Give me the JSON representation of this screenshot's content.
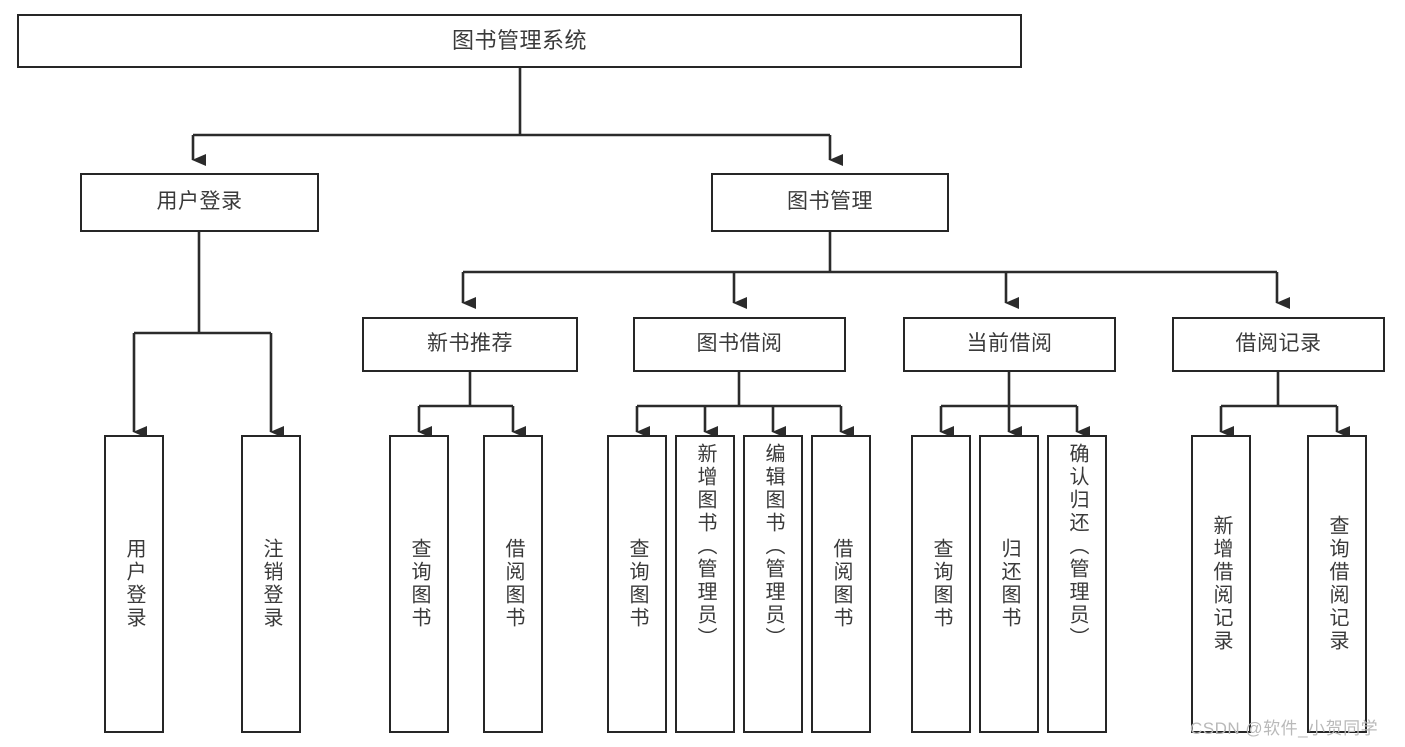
{
  "diagram": {
    "title": "图书管理系统",
    "type": "tree-hierarchy",
    "root": {
      "label": "图书管理系统"
    },
    "level2": [
      {
        "label": "用户登录"
      },
      {
        "label": "图书管理"
      }
    ],
    "level3": [
      {
        "label": "新书推荐"
      },
      {
        "label": "图书借阅"
      },
      {
        "label": "当前借阅"
      },
      {
        "label": "借阅记录"
      }
    ],
    "leaves": {
      "user_login": [
        {
          "label": "用户登录"
        },
        {
          "label": "注销登录"
        }
      ],
      "new_book_recommend": [
        {
          "label": "查询图书"
        },
        {
          "label": "借阅图书"
        }
      ],
      "book_borrow": [
        {
          "label": "查询图书"
        },
        {
          "label": "新增图书（管理员）"
        },
        {
          "label": "编辑图书（管理员）"
        },
        {
          "label": "借阅图书"
        }
      ],
      "current_borrow": [
        {
          "label": "查询图书"
        },
        {
          "label": "归还图书"
        },
        {
          "label": "确认归还（管理员）"
        }
      ],
      "borrow_record": [
        {
          "label": "新增借阅记录"
        },
        {
          "label": "查询借阅记录"
        }
      ]
    }
  },
  "watermark": {
    "text": "CSDN @软件_小贺同学"
  },
  "colors": {
    "box_border": "#262626",
    "box_fill": "#ffffff",
    "text": "#3a3a3a",
    "connector": "#2b2b2b",
    "watermark": "#b9b9b9"
  }
}
